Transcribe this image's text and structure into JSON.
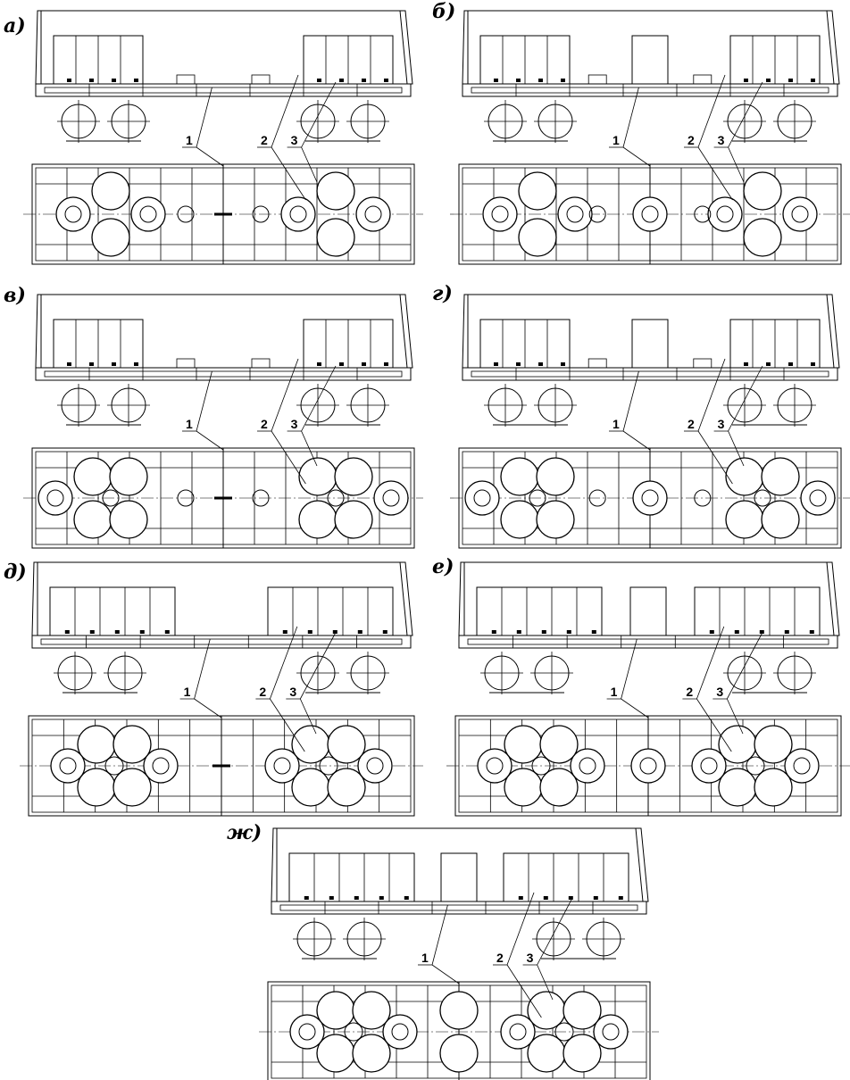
{
  "panels": [
    {
      "id": "a",
      "label": "а)",
      "layout": "A"
    },
    {
      "id": "b",
      "label": "б)",
      "layout": "B"
    },
    {
      "id": "v",
      "label": "в)",
      "layout": "C"
    },
    {
      "id": "g",
      "label": "г)",
      "layout": "D"
    },
    {
      "id": "d",
      "label": "д)",
      "layout": "E"
    },
    {
      "id": "e",
      "label": "е)",
      "layout": "F"
    },
    {
      "id": "zh",
      "label": "ж)",
      "layout": "G"
    }
  ],
  "callouts": {
    "one": "1",
    "two": "2",
    "three": "3"
  }
}
